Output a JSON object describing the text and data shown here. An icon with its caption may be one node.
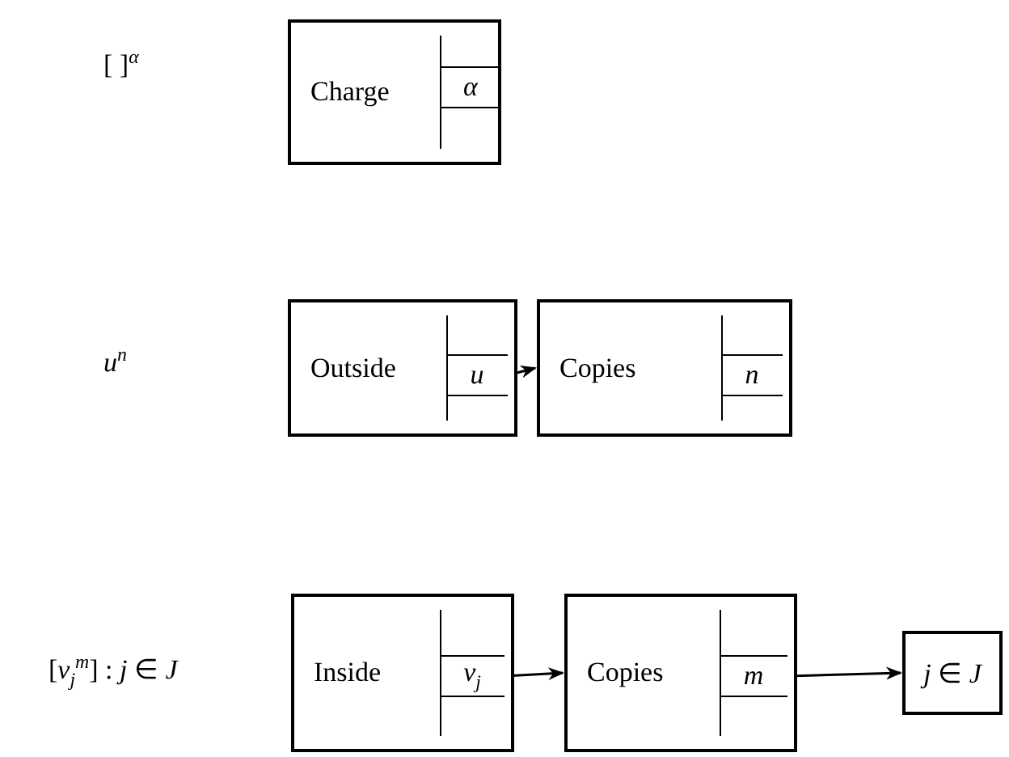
{
  "diagram": {
    "nodes": [
      {
        "text": [
          "Charge"
        ]
      },
      {
        "text": [
          "α"
        ],
        "in": 0
      },
      {
        "text": [
          "Outside"
        ]
      },
      {
        "text": [
          "u"
        ],
        "in": 2
      },
      {
        "text": [
          "Copies"
        ]
      },
      {
        "text": [
          "n"
        ],
        "in": 4
      },
      {
        "text": [
          "Inside"
        ]
      },
      {
        "text": [
          "v$_{j}$"
        ],
        "in": 6
      },
      {
        "text": [
          "Copies"
        ]
      },
      {
        "text": [
          "m"
        ],
        "in": 8
      },
      {
        "text": [
          "*j* ∈ *J*"
        ]
      }
    ],
    "edges": [
      {
        "from": 3,
        "to": 4,
        "arrow": "to"
      },
      {
        "from": 7,
        "to": 8,
        "arrow": "to"
      },
      {
        "from": 9,
        "to": 10,
        "arrow": "to"
      }
    ],
    "labels": [
      "[ ]$^{α}$",
      "*u*$^{n}$",
      "[*v*$_{j}$$^{m}$] : *j* ∈ *J*"
    ]
  }
}
